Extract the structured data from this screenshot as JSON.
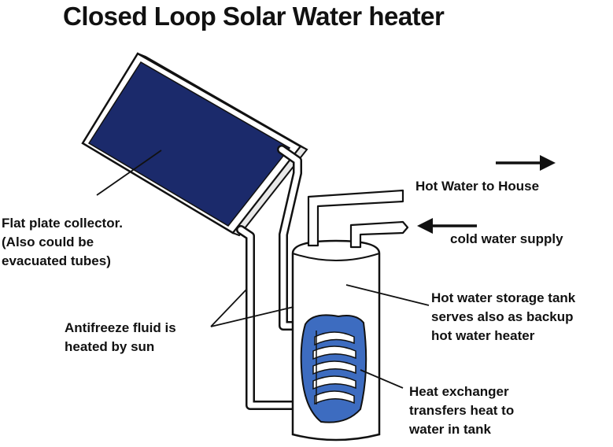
{
  "title": "Closed Loop Solar Water heater",
  "labels": {
    "hot_water": "Hot Water to House",
    "cold_water": "cold water supply",
    "collector": [
      "Flat plate collector.",
      "(Also could be",
      "evacuated tubes)"
    ],
    "antifreeze": [
      "Antifreeze fluid is",
      "heated by sun"
    ],
    "storage_tank": [
      "Hot water storage tank",
      "serves also as backup",
      "hot water heater"
    ],
    "heat_exchanger": [
      "Heat exchanger",
      "transfers heat to",
      "water in tank"
    ]
  },
  "colors": {
    "panel": "#1b2a6b",
    "coil": "#3d6cc0",
    "outline": "#111111",
    "text": "#111111"
  }
}
